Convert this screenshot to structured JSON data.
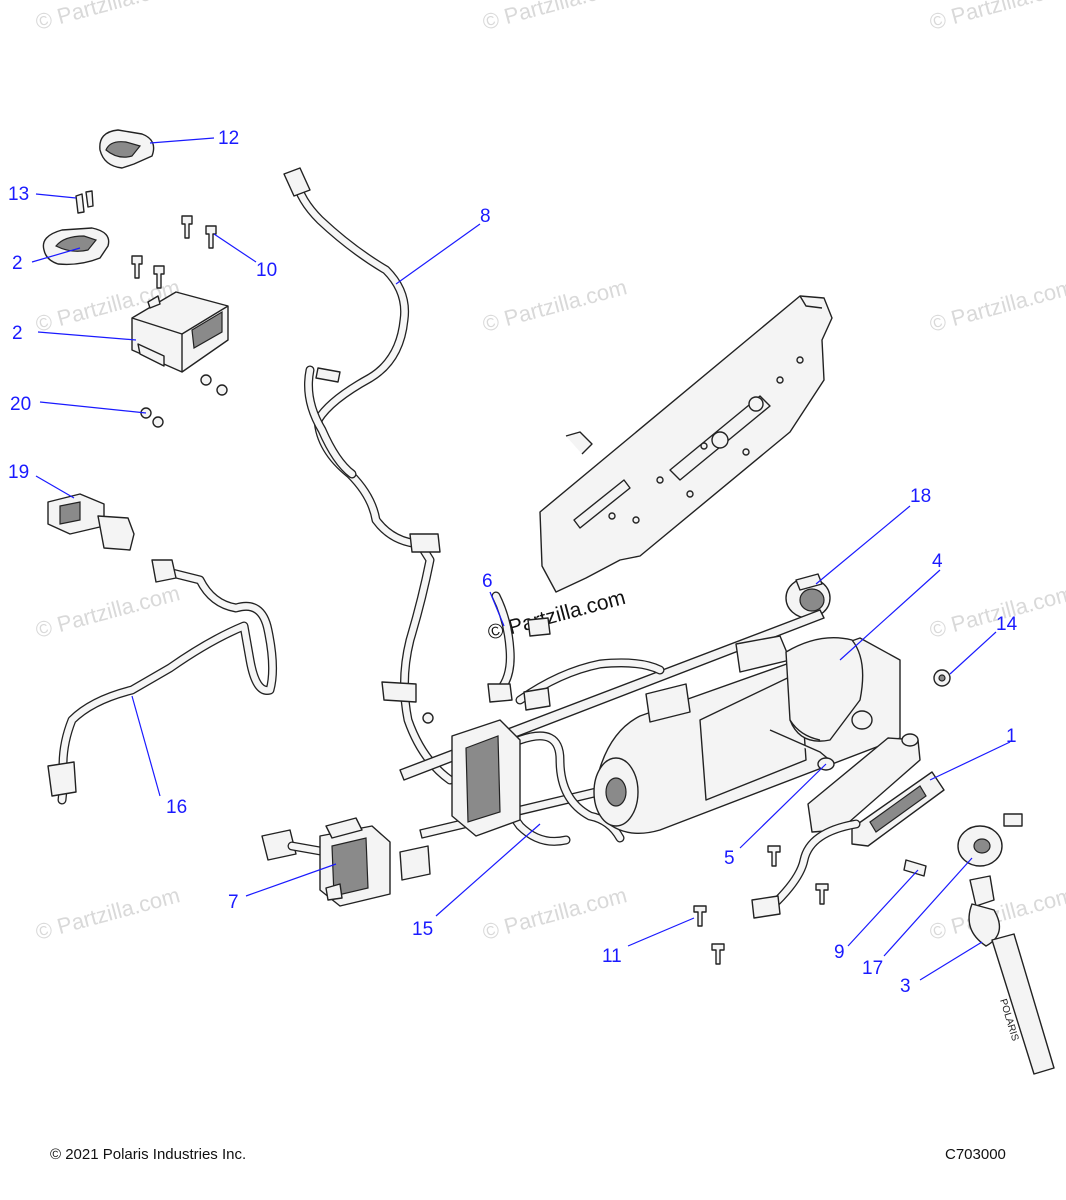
{
  "watermark": {
    "text": "© Partzilla.com"
  },
  "callouts": {
    "c1": "1",
    "c2a": "2",
    "c2b": "2",
    "c3": "3",
    "c4": "4",
    "c5": "5",
    "c6": "6",
    "c7": "7",
    "c8": "8",
    "c9": "9",
    "c10": "10",
    "c11": "11",
    "c12": "12",
    "c13": "13",
    "c14": "14",
    "c15": "15",
    "c16": "16",
    "c17": "17",
    "c18": "18",
    "c19": "19",
    "c20": "20"
  },
  "footer": {
    "copyright": "© 2021 Polaris Industries Inc.",
    "drawing_id": "C703000"
  },
  "strap_text": "POLARIS",
  "colors": {
    "callout": "#1a1aff",
    "line_art": "#222222",
    "watermark": "#d9d9d9"
  }
}
